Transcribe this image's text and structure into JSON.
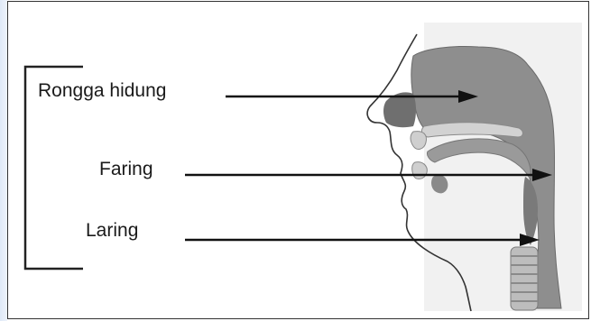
{
  "labels": {
    "nasal_cavity": "Rongga hidung",
    "pharynx": "Faring",
    "larynx": "Laring"
  },
  "colors": {
    "tissue": "#8e8e8e",
    "tissue_dark": "#6f6f6f",
    "tissue_light": "#bdbdbd",
    "outline": "#2a2a2a",
    "arrow": "#111111"
  }
}
